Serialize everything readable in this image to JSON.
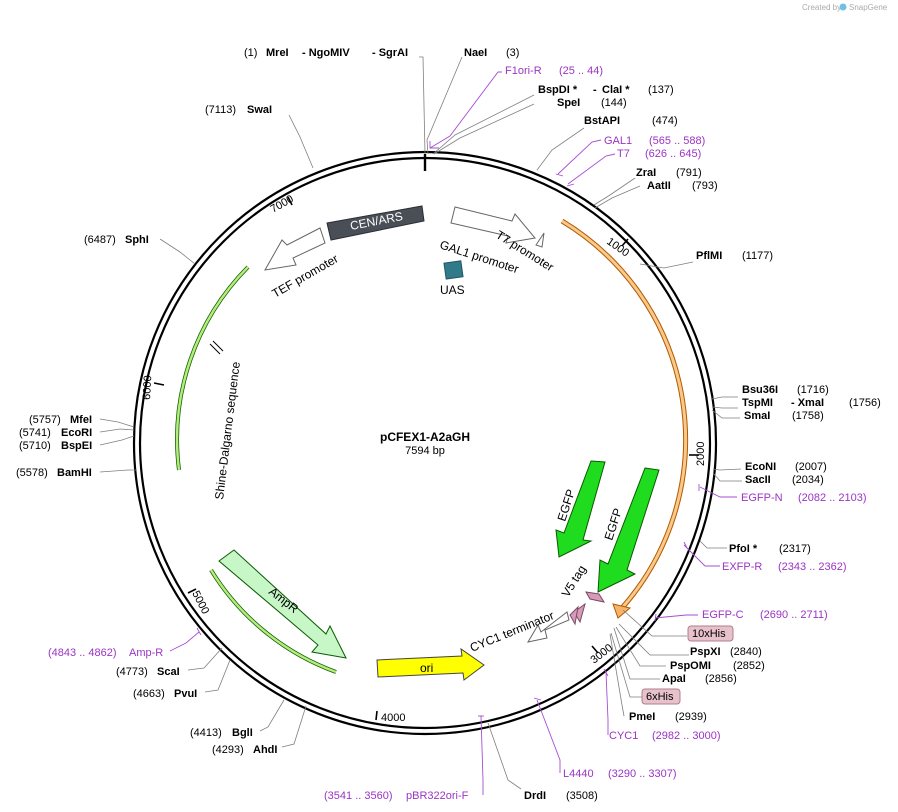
{
  "branding": {
    "created_by": "Created by",
    "app": "SnapGene"
  },
  "plasmid": {
    "name": "pCFEX1-A2aGH",
    "size": "7594 bp"
  },
  "ruler": [
    "1000",
    "2000",
    "3000",
    "4000",
    "5000",
    "6000",
    "7000"
  ],
  "features": {
    "cen_ars": "CEN/ARS",
    "gal1": "GAL1 promoter",
    "t7": "T7 promoter",
    "uas": "UAS",
    "tef": "TEF promoter",
    "sd": "Shine-Dalgarno sequence",
    "egfp1": "EGFP",
    "egfp2": "EGFP",
    "v5": "V5 tag",
    "cyc1term": "CYC1 terminator",
    "ampr": "AmpR",
    "ori": "ori"
  },
  "sites": {
    "top": {
      "pos1": "(1)",
      "mrei": "MreI",
      "ngomiv": "- NgoMIV",
      "sgrai": "- SgrAI",
      "naei": "NaeI",
      "pos3": "(3)"
    },
    "f1ori": {
      "name": "F1ori-R",
      "range": "(25 .. 44)"
    },
    "bspdi": {
      "name": "BspDI *",
      "sep": "-",
      "name2": "ClaI *",
      "pos": "(137)"
    },
    "spei": {
      "name": "SpeI",
      "pos": "(144)"
    },
    "bstapi": {
      "name": "BstAPI",
      "pos": "(474)"
    },
    "gal1p": {
      "name": "GAL1",
      "range": "(565 .. 588)"
    },
    "t7p": {
      "name": "T7",
      "range": "(626 .. 645)"
    },
    "zrai": {
      "name": "ZraI",
      "pos": "(791)"
    },
    "aatii": {
      "name": "AatII",
      "pos": "(793)"
    },
    "pflmi": {
      "name": "PflMI",
      "pos": "(1177)"
    },
    "bsu36i": {
      "name": "Bsu36I",
      "pos": "(1716)"
    },
    "tspmi": {
      "name": "TspMI",
      "name2": "- XmaI",
      "pos": "(1756)"
    },
    "smai": {
      "name": "SmaI",
      "pos": "(1758)"
    },
    "econi": {
      "name": "EcoNI",
      "pos": "(2007)"
    },
    "sacii": {
      "name": "SacII",
      "pos": "(2034)"
    },
    "egfpn": {
      "name": "EGFP-N",
      "range": "(2082 .. 2103)"
    },
    "pfoi": {
      "name": "PfoI *",
      "pos": "(2317)"
    },
    "exfpr": {
      "name": "EXFP-R",
      "range": "(2343 .. 2362)"
    },
    "egfpc": {
      "name": "EGFP-C",
      "range": "(2690 .. 2711)"
    },
    "his10": {
      "name": "10xHis"
    },
    "pspxi": {
      "name": "PspXI",
      "pos": "(2840)"
    },
    "pspomi": {
      "name": "PspOMI",
      "pos": "(2852)"
    },
    "apai": {
      "name": "ApaI",
      "pos": "(2856)"
    },
    "his6": {
      "name": "6xHis"
    },
    "pmei": {
      "name": "PmeI",
      "pos": "(2939)"
    },
    "cyc1": {
      "name": "CYC1",
      "range": "(2982 .. 3000)"
    },
    "l4440": {
      "name": "L4440",
      "range": "(3290 .. 3307)"
    },
    "drdi": {
      "name": "DrdI",
      "pos": "(3508)"
    },
    "pbr322": {
      "range": "(3541 .. 3560)",
      "name": "pBR322ori-F"
    },
    "ahdi": {
      "pos": "(4293)",
      "name": "AhdI"
    },
    "bgli": {
      "pos": "(4413)",
      "name": "BglI"
    },
    "pvui": {
      "pos": "(4663)",
      "name": "PvuI"
    },
    "scai": {
      "pos": "(4773)",
      "name": "ScaI"
    },
    "ampr": {
      "range": "(4843 .. 4862)",
      "name": "Amp-R"
    },
    "bamhi": {
      "pos": "(5578)",
      "name": "BamHI"
    },
    "bspei": {
      "pos": "(5710)",
      "name": "BspEI"
    },
    "ecori": {
      "pos": "(5741)",
      "name": "EcoRI"
    },
    "mfei": {
      "pos": "(5757)",
      "name": "MfeI"
    },
    "sphi": {
      "pos": "(6487)",
      "name": "SphI"
    },
    "swai": {
      "pos": "(7113)",
      "name": "SwaI"
    }
  }
}
